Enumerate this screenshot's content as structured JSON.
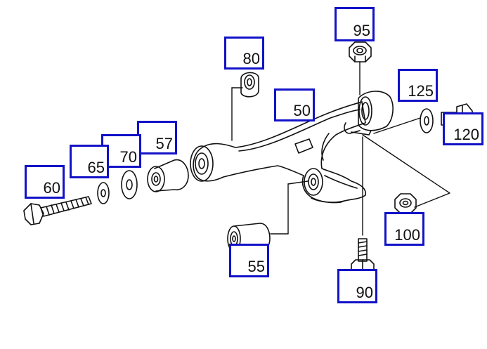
{
  "diagram": {
    "callouts": {
      "p95": "95",
      "p80": "80",
      "p125": "125",
      "p50": "50",
      "p120": "120",
      "p57": "57",
      "p70": "70",
      "p65": "65",
      "p60": "60",
      "p100": "100",
      "p55": "55",
      "p90": "90"
    },
    "colors": {
      "callout_border": "#1212c8",
      "line_art": "#111111",
      "background": "#ffffff"
    }
  }
}
